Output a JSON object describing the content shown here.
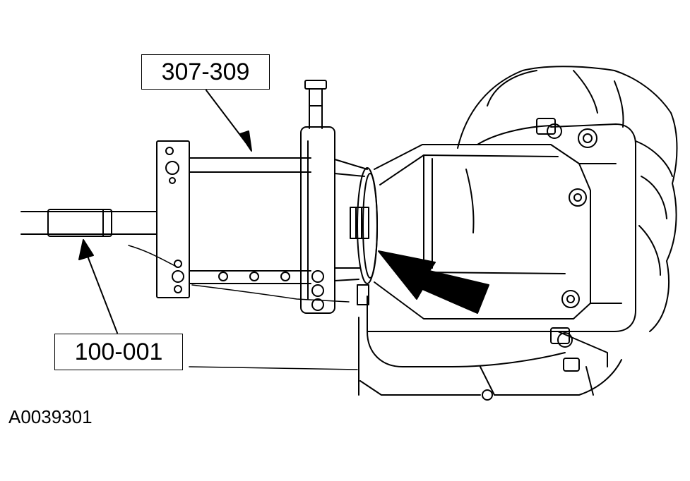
{
  "callouts": {
    "tool_top": "307-309",
    "tool_bottom": "100-001"
  },
  "figure_id": "A0039301",
  "colors": {
    "line": "#000000",
    "background": "#ffffff"
  }
}
